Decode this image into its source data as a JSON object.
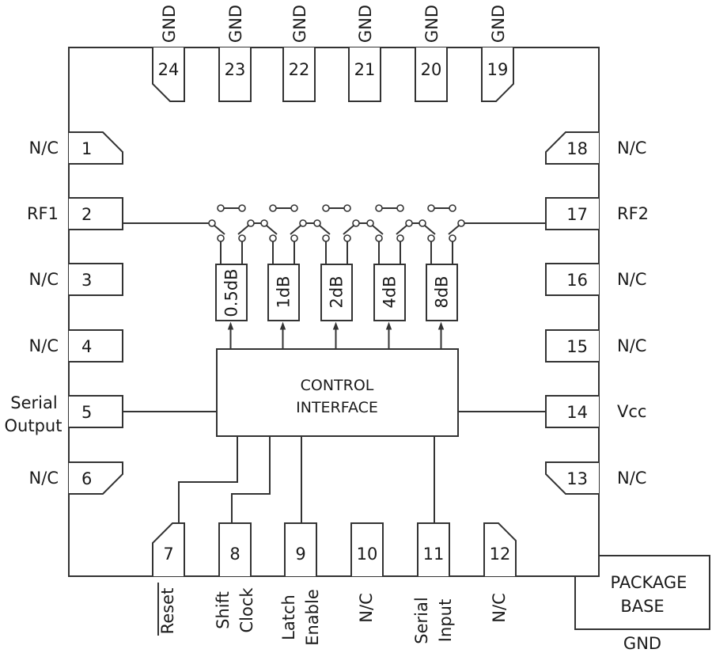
{
  "diagram": {
    "title": "Digital step attenuator functional block diagram",
    "pins": {
      "top": [
        {
          "number": "24",
          "label": "GND"
        },
        {
          "number": "23",
          "label": "GND"
        },
        {
          "number": "22",
          "label": "GND"
        },
        {
          "number": "21",
          "label": "GND"
        },
        {
          "number": "20",
          "label": "GND"
        },
        {
          "number": "19",
          "label": "GND"
        }
      ],
      "left": [
        {
          "number": "1",
          "label": [
            "N/C"
          ]
        },
        {
          "number": "2",
          "label": [
            "RF1"
          ]
        },
        {
          "number": "3",
          "label": [
            "N/C"
          ]
        },
        {
          "number": "4",
          "label": [
            "N/C"
          ]
        },
        {
          "number": "5",
          "label": [
            "Serial",
            "Output"
          ]
        },
        {
          "number": "6",
          "label": [
            "N/C"
          ]
        }
      ],
      "right": [
        {
          "number": "18",
          "label": "N/C"
        },
        {
          "number": "17",
          "label": "RF2"
        },
        {
          "number": "16",
          "label": "N/C"
        },
        {
          "number": "15",
          "label": "N/C"
        },
        {
          "number": "14",
          "label": "Vcc"
        },
        {
          "number": "13",
          "label": "N/C"
        }
      ],
      "bottom": [
        {
          "number": "7",
          "label": [
            "Reset"
          ],
          "overline": true
        },
        {
          "number": "8",
          "label": [
            "Shift",
            "Clock"
          ]
        },
        {
          "number": "9",
          "label": [
            "Latch",
            "Enable"
          ]
        },
        {
          "number": "10",
          "label": [
            "N/C"
          ]
        },
        {
          "number": "11",
          "label": [
            "Serial",
            "Input"
          ]
        },
        {
          "number": "12",
          "label": [
            "N/C"
          ]
        }
      ]
    },
    "attenuators": [
      "0.5dB",
      "1dB",
      "2dB",
      "4dB",
      "8dB"
    ],
    "control_block": [
      "CONTROL",
      "INTERFACE"
    ],
    "package_base": {
      "lines": [
        "PACKAGE",
        "BASE"
      ],
      "label": "GND"
    },
    "colors": {
      "line": "#333333",
      "text": "#1a1a1a",
      "background": "#ffffff"
    }
  }
}
